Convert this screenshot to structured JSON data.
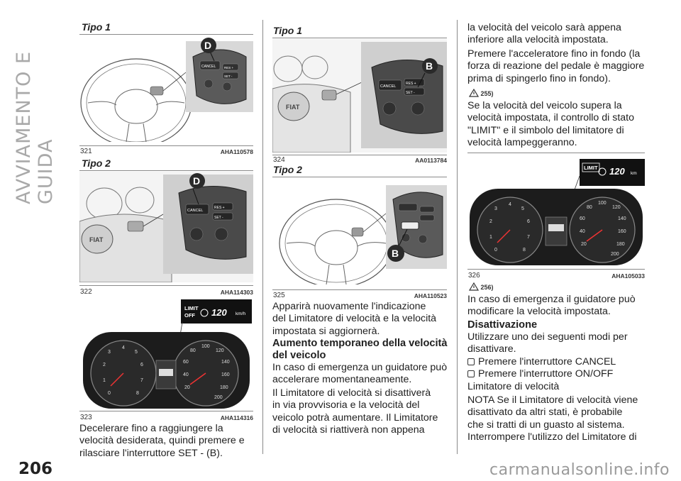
{
  "section_title": "AVVIAMENTO E GUIDA",
  "page_number": "206",
  "watermark": "carmanualsonline.info",
  "figures": {
    "f321": {
      "heading": "Tipo 1",
      "num": "321",
      "code": "AHA110578",
      "badge": "D",
      "buttons": [
        "CANCEL",
        "RES +",
        "SET -"
      ]
    },
    "f322": {
      "heading": "Tipo 2",
      "num": "322",
      "code": "AHA114303",
      "badge": "D",
      "buttons": [
        "CANCEL",
        "RES +",
        "SET -"
      ]
    },
    "f323": {
      "num": "323",
      "code": "AHA114316",
      "display_limit": "LIMIT",
      "display_off": "OFF",
      "display_speed": "120",
      "display_unit": "km/h"
    },
    "f324": {
      "heading": "Tipo 1",
      "num": "324",
      "code": "AA0113784",
      "badge": "B",
      "buttons": [
        "CANCEL",
        "RES +",
        "SET -"
      ]
    },
    "f325": {
      "heading": "Tipo 2",
      "num": "325",
      "code": "AHA110523",
      "badge": "B"
    },
    "f326": {
      "num": "326",
      "code": "AHA105033",
      "display_limit": "LIMIT",
      "display_speed": "120",
      "display_unit": "km"
    }
  },
  "col1": {
    "body": [
      "Decelerare fino a raggiungere la",
      "velocità desiderata, quindi premere e",
      "rilasciare l'interruttore SET - (B)."
    ]
  },
  "col2": {
    "body1": [
      "Apparirà nuovamente l'indicazione",
      "del Limitatore di velocità e la velocità",
      "impostata si aggiornerà."
    ],
    "heading": [
      "Aumento temporaneo della velocità",
      "del veicolo"
    ],
    "body2": [
      "In caso di emergenza un guidatore può",
      "accelerare momentaneamente."
    ],
    "body3": [
      "Il Limitatore di velocità si disattiverà",
      "in via provvisoria e la velocità del",
      "veicolo potrà aumentare. Il Limitatore",
      "di velocità si riattiverà non appena"
    ]
  },
  "col3": {
    "body1": [
      "la velocità del veicolo sarà appena",
      "inferiore alla velocità impostata."
    ],
    "body2": [
      "Premere l'acceleratore fino in fondo (la",
      "forza di reazione del pedale è maggiore",
      "prima di spingerlo fino in fondo)."
    ],
    "warn1": "255)",
    "body3": [
      "Se la velocità del veicolo supera la",
      "velocità impostata, il controllo di stato",
      "\"LIMIT\" e il simbolo del limitatore di",
      "velocità lampeggeranno."
    ],
    "warn2": "256)",
    "body4": [
      "In caso di emergenza il guidatore può",
      "modificare la velocità impostata."
    ],
    "heading": "Disattivazione",
    "body5": [
      "Utilizzare uno dei seguenti modi per",
      "disattivare."
    ],
    "items": [
      "Premere l'interruttore CANCEL",
      "Premere l'interruttore ON/OFF"
    ],
    "body6": [
      "Limitatore di velocità"
    ],
    "body7": [
      "NOTA Se il Limitatore di velocità viene",
      "disattivato da altri stati, è probabile",
      "che si tratti di un guasto al sistema.",
      "Interrompere l'utilizzo del Limitatore di"
    ]
  }
}
